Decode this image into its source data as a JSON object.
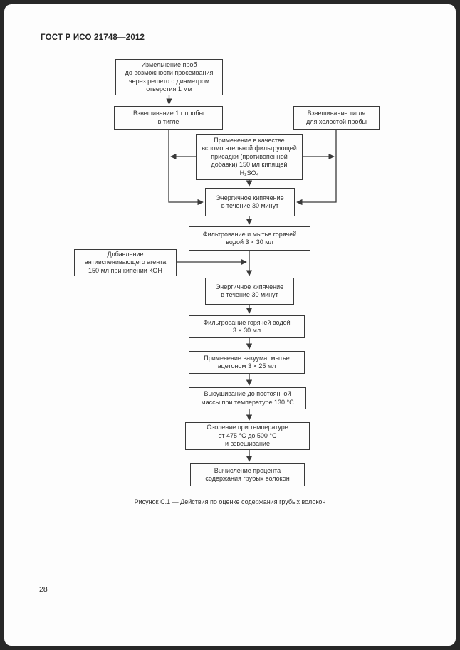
{
  "page": {
    "header": "ГОСТ Р ИСО 21748—2012",
    "page_number": "28"
  },
  "figure": {
    "caption": "Рисунок С.1 — Действия по оценке содержания грубых волокон"
  },
  "flowchart": {
    "boxes": {
      "grind": "Измельчение проб\nдо возможности просеивания\nчерез решето с диаметром\nотверстия 1 мм",
      "weigh_sample": "Взвешивание 1 г пробы\nв тигле",
      "weigh_crucible": "Взвешивание тигля\nдля холостой пробы",
      "acid_additive": "Применение в качестве\nвспомогательной фильтрующей\nприсадки (противопенной\nдобавки) 150 мл кипящей\nH₂SO₄",
      "boil_1": "Энергичное кипячение\nв течение 30 минут",
      "filter_wash_water": "Фильтрование и мытье горячей\nводой 3 × 30 мл",
      "antifoam": "Добавление\nантивспенивающего агента\n150 мл при кипении КОН",
      "boil_2": "Энергичное кипячение\nв течение 30 минут",
      "filter_hot_water": "Фильтрование горячей водой\n3 × 30 мл",
      "vacuum_acetone": "Применение вакуума, мытье\nацетоном 3 × 25 мл",
      "dry": "Высушивание до постоянной\nмассы при температуре 130 °С",
      "ash": "Озоление при температуре\nот 475 °С до 500 °С\nи взвешивание",
      "calculate": "Вычисление процента\nсодержания грубых волокон"
    }
  },
  "colors": {
    "line": "#3a3a3a",
    "page_background": "#fdfdfd",
    "frame_background": "#282828"
  }
}
